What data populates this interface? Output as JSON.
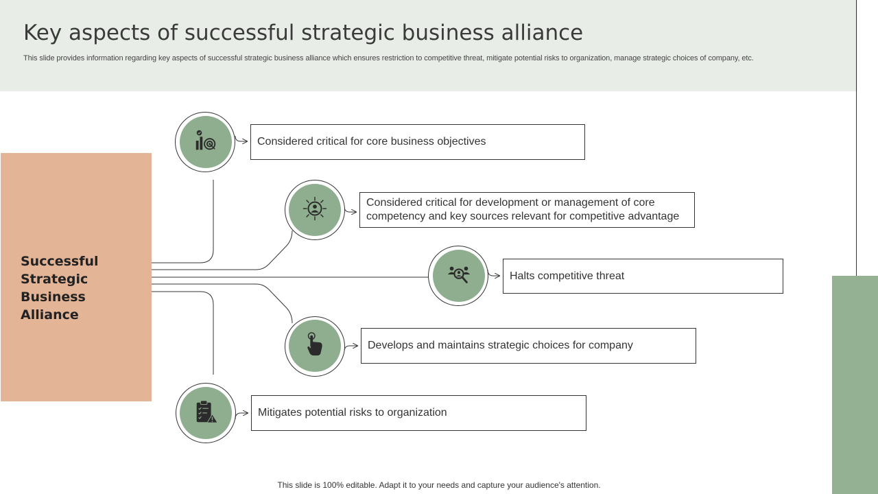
{
  "header": {
    "title": "Key aspects of successful strategic business alliance",
    "subtitle": "This slide provides information regarding key aspects of successful strategic business alliance which ensures restriction to competitive threat, mitigate potential risks to organization, manage strategic choices of company, etc."
  },
  "main": {
    "label": "Successful Strategic Business Alliance"
  },
  "items": [
    {
      "icon": "target-chart-icon",
      "text": "Considered critical for core business objectives"
    },
    {
      "icon": "network-user-icon",
      "text": "Considered critical for development or management of core competency and key sources relevant for competitive advantage"
    },
    {
      "icon": "team-search-icon",
      "text": "Halts competitive threat"
    },
    {
      "icon": "hand-tap-icon",
      "text": "Develops and maintains strategic choices for company"
    },
    {
      "icon": "clipboard-warning-icon",
      "text": "Mitigates potential risks to organization"
    }
  ],
  "colors": {
    "header_bg": "#e9ede8",
    "accent_green": "#8fad8f",
    "main_box": "#e4b497",
    "right_bar": "#94b194"
  },
  "footer": {
    "text": "This slide is 100% editable. Adapt it to your needs and capture your audience's attention."
  }
}
